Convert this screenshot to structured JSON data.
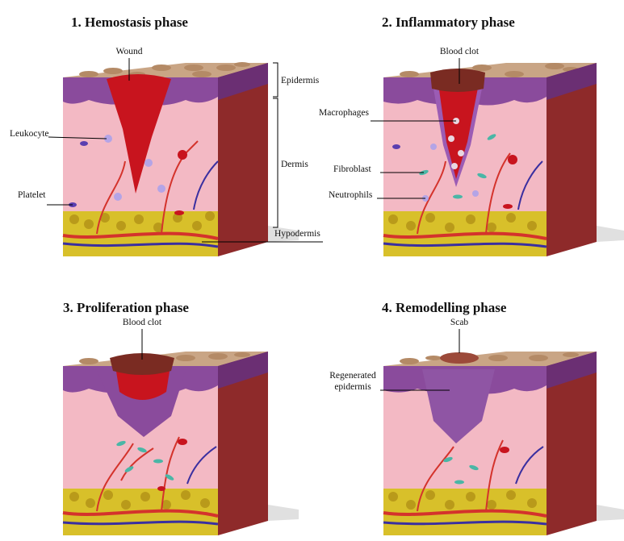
{
  "panels": [
    {
      "title": "1. Hemostasis phase",
      "labels": {
        "wound": "Wound",
        "epidermis": "Epidermis",
        "dermis": "Dermis",
        "hypodermis": "Hypodermis",
        "leukocyte": "Leukocyte",
        "platelet": "Platelet"
      }
    },
    {
      "title": "2. Inflammatory phase",
      "labels": {
        "blood_clot": "Blood clot",
        "macrophages": "Macrophages",
        "fibroblast": "Fibroblast",
        "neutrophils": "Neutrophils"
      }
    },
    {
      "title": "3. Proliferation phase",
      "labels": {
        "blood_clot": "Blood clot"
      }
    },
    {
      "title": "4. Remodelling phase",
      "labels": {
        "scab": "Scab",
        "regenerated_epidermis_line1": "Regenerated",
        "regenerated_epidermis_line2": "epidermis"
      }
    }
  ],
  "colors": {
    "skin_surface": "#c9a585",
    "epidermis": "#8a4b9c",
    "dermis_front": "#f3b9c4",
    "dermis_side": "#8e2a2a",
    "fat": "#d8c02a",
    "blood": "#c8141e",
    "clot": "#7a2b22",
    "vessel_red": "#d4332c",
    "vessel_blue": "#3a2fa0",
    "fibroblast": "#4ab6a6"
  }
}
